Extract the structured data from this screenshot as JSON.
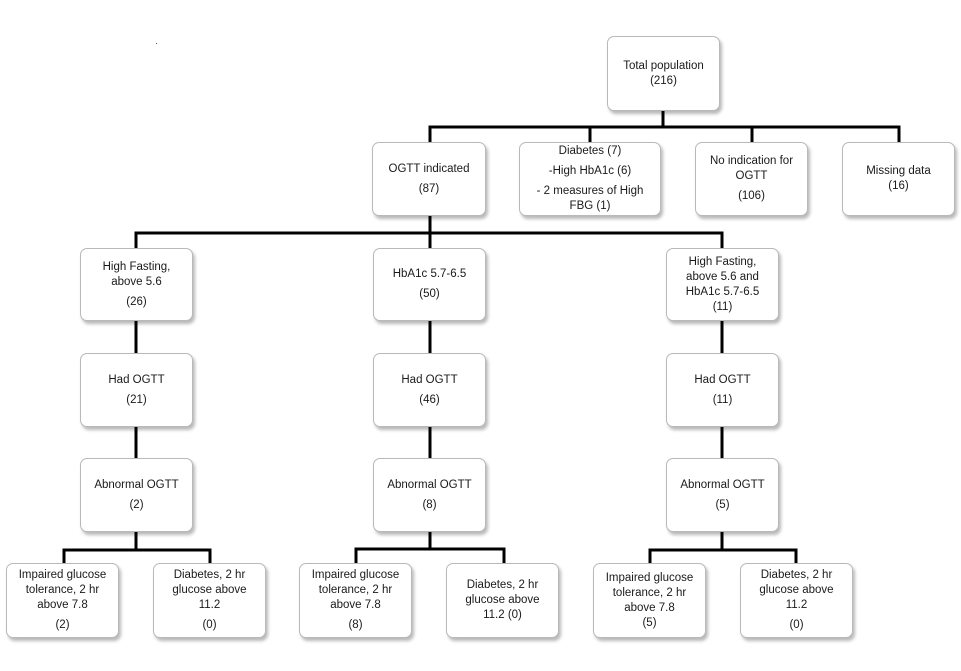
{
  "root": {
    "label": "Total population",
    "count": "(216)"
  },
  "level1": {
    "ogtt": {
      "label": "OGTT indicated",
      "count": "(87)"
    },
    "diabetes": {
      "label": "Diabetes (7)",
      "line1": "-High HbA1c (6)",
      "line2": "- 2 measures of High",
      "line3": "FBG (1)"
    },
    "no_indication": {
      "label_line1": "No indication for",
      "label_line2": "OGTT",
      "count": "(106)"
    },
    "missing": {
      "label": "Missing data",
      "count": "(16)"
    }
  },
  "branches": [
    {
      "criterion_line1": "High Fasting,",
      "criterion_line2": "above 5.6",
      "criterion_count": "(26)",
      "had_label": "Had OGTT",
      "had_count": "(21)",
      "abn_label": "Abnormal OGTT",
      "abn_count": "(2)",
      "igt_line1": "Impaired glucose",
      "igt_line2": "tolerance, 2 hr",
      "igt_line3": "above 7.8",
      "igt_count": "(2)",
      "dm_line1": "Diabetes, 2 hr",
      "dm_line2": "glucose above",
      "dm_line3": "11.2",
      "dm_count": "(0)"
    },
    {
      "criterion_line1": "HbA1c 5.7-6.5",
      "criterion_count": "(50)",
      "had_label": "Had OGTT",
      "had_count": "(46)",
      "abn_label": "Abnormal OGTT",
      "abn_count": "(8)",
      "igt_line1": "Impaired glucose",
      "igt_line2": "tolerance, 2 hr",
      "igt_line3": "above 7.8",
      "igt_count": "(8)",
      "dm_line1": "Diabetes, 2 hr",
      "dm_line2": "glucose above",
      "dm_line3": "11.2 (0)"
    },
    {
      "criterion_line1": "High Fasting,",
      "criterion_line2": "above 5.6 and",
      "criterion_line3": "HbA1c 5.7-6.5",
      "criterion_count": "(11)",
      "had_label": "Had OGTT",
      "had_count": "(11)",
      "abn_label": "Abnormal OGTT",
      "abn_count": "(5)",
      "igt_line1": "Impaired glucose",
      "igt_line2": "tolerance, 2 hr",
      "igt_line3": "above 7.8",
      "igt_count": "(5)",
      "dm_line1": "Diabetes, 2 hr",
      "dm_line2": "glucose above",
      "dm_line3": "11.2",
      "dm_count": "(0)"
    }
  ],
  "colors": {
    "connector": "#000000",
    "box_border": "#b9b9b9",
    "text": "#1a1a1a"
  }
}
